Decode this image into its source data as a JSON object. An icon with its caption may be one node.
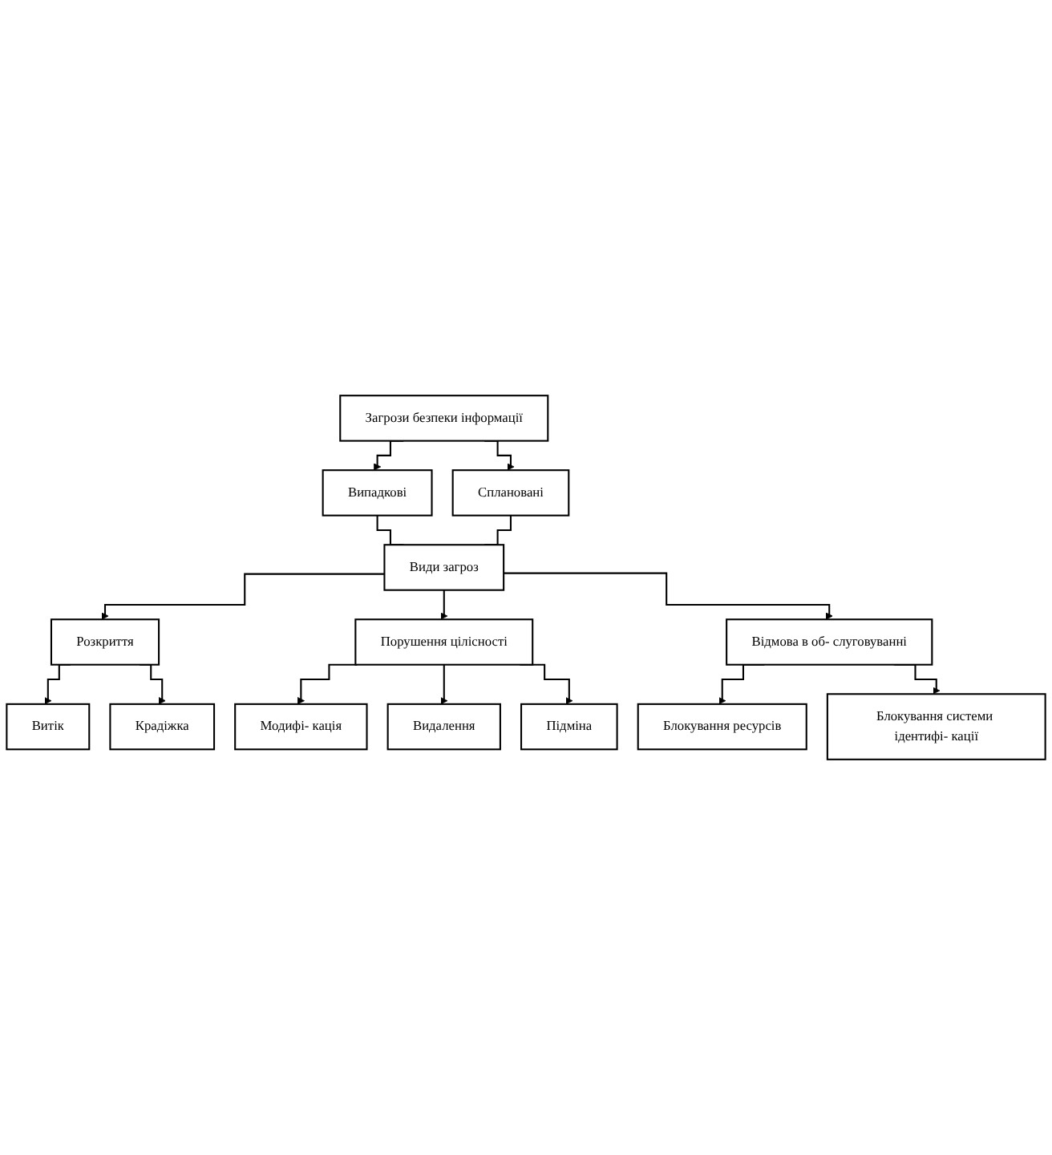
{
  "diagram": {
    "nodes": [
      {
        "text": [
          "Загрози безпеки інформації"
        ]
      },
      {
        "text": [
          "Випадкові"
        ]
      },
      {
        "text": [
          "Сплановані"
        ]
      },
      {
        "text": [
          "Види загроз"
        ]
      },
      {
        "text": [
          "Розкриття"
        ]
      },
      {
        "text": [
          "Порушення цілісності"
        ]
      },
      {
        "text": [
          "Відмова в об- слуговуванні"
        ]
      },
      {
        "text": [
          "Витік"
        ]
      },
      {
        "text": [
          "Крадіжка"
        ]
      },
      {
        "text": [
          "Модифі- кація"
        ]
      },
      {
        "text": [
          "Видалення"
        ]
      },
      {
        "text": [
          "Підміна"
        ]
      },
      {
        "text": [
          "Блокування ресурсів"
        ]
      },
      {
        "text": [
          "Блокування системи ідентифі- кації"
        ]
      }
    ],
    "edges": [
      {
        "from": 0,
        "to": 1,
        "arrow": "to"
      },
      {
        "from": 0,
        "to": 2,
        "arrow": "to"
      },
      {
        "from": 1,
        "to": 3,
        "arrow": "none"
      },
      {
        "from": 2,
        "to": 3,
        "arrow": "none"
      },
      {
        "from": 3,
        "to": 4,
        "arrow": "to"
      },
      {
        "from": 3,
        "to": 5,
        "arrow": "to"
      },
      {
        "from": 3,
        "to": 6,
        "arrow": "to"
      },
      {
        "from": 4,
        "to": 7,
        "arrow": "to"
      },
      {
        "from": 4,
        "to": 8,
        "arrow": "to"
      },
      {
        "from": 5,
        "to": 9,
        "arrow": "to"
      },
      {
        "from": 5,
        "to": 10,
        "arrow": "to"
      },
      {
        "from": 5,
        "to": 11,
        "arrow": "to"
      },
      {
        "from": 6,
        "to": 12,
        "arrow": "to"
      },
      {
        "from": 6,
        "to": 13,
        "arrow": "to"
      }
    ]
  }
}
